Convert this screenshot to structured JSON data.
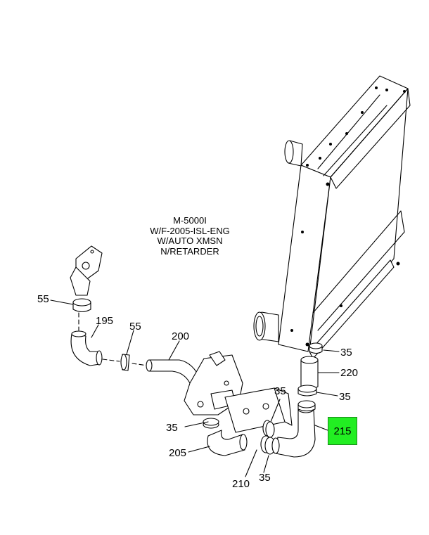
{
  "note": {
    "line1": "M-5000I",
    "line2": "W/F-2005-ISL-ENG",
    "line3": "W/AUTO XMSN",
    "line4": "N/RETARDER"
  },
  "callouts": {
    "c55_top": "55",
    "c195": "195",
    "c55_mid": "55",
    "c200": "200",
    "c35_right_top": "35",
    "c220": "220",
    "c35_center": "35",
    "c35_right_mid": "35",
    "c215": "215",
    "c35_left": "35",
    "c205": "205",
    "c210": "210",
    "c35_bottom": "35"
  },
  "highlight": {
    "color": "#22ee22",
    "callout": "215"
  },
  "drawing": {
    "stroke_color": "#000000",
    "fill_color": "#ffffff"
  }
}
